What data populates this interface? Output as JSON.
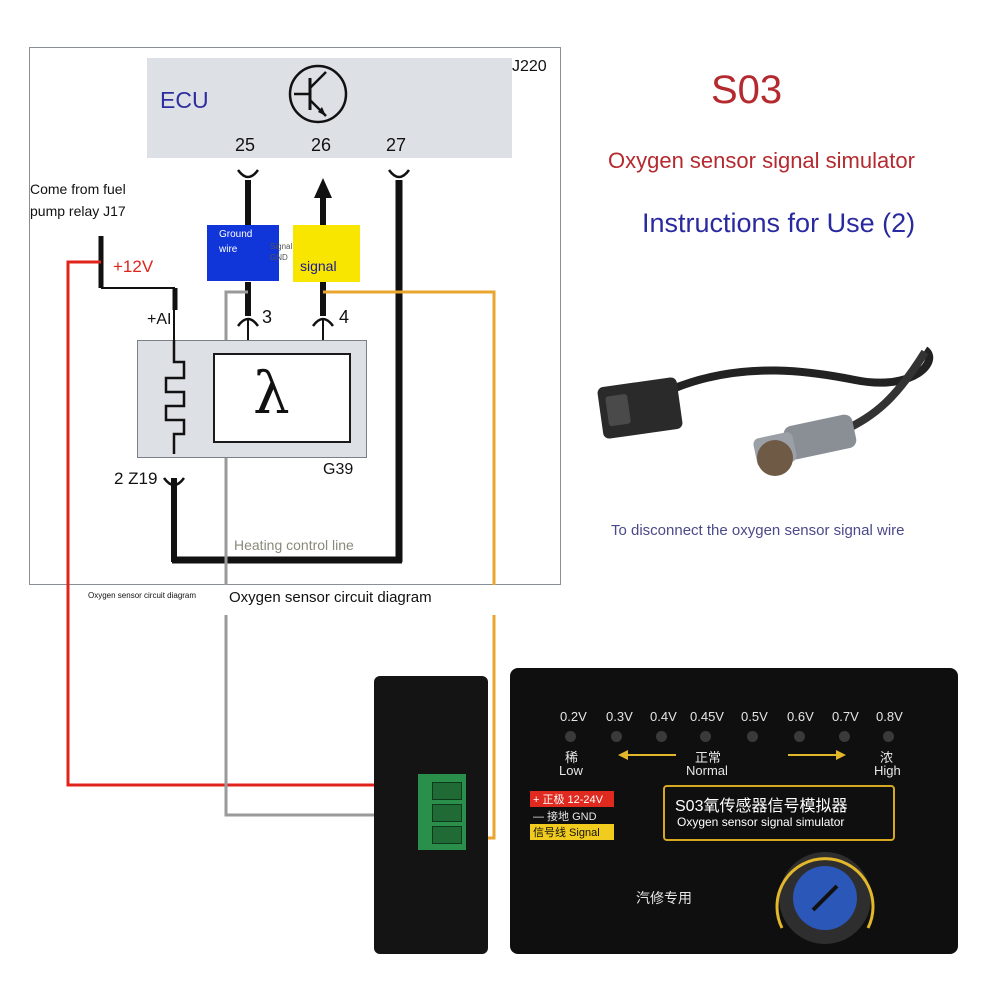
{
  "colors": {
    "title_red": "#b42a2f",
    "subtitle_blue": "#2a2aa0",
    "ecu_blue": "#2e2e9e",
    "wire_red": "#e0231b",
    "wire_gray": "#9a9a9a",
    "wire_orange": "#e9a52e",
    "ground_tag": "#1035d8",
    "signal_tag": "#f8e600"
  },
  "product": {
    "code": "S03",
    "name": "Oxygen sensor signal simulator",
    "instructions": "Instructions for Use (2)",
    "photo_caption": "To disconnect the oxygen sensor signal wire"
  },
  "diagram": {
    "ecu_label": "ECU",
    "ecu_id": "J220",
    "pins": [
      "25",
      "26",
      "27"
    ],
    "relay_note_line1": "Come from fuel",
    "relay_note_line2": "pump relay J17",
    "voltage": "+12V",
    "ground_tag": "Ground wire",
    "signal_small": "Signal GND",
    "signal_tag": "signal",
    "ai_label": "+AI",
    "pin3": "3",
    "pin4": "4",
    "lambda": "λ",
    "z19_label": "2 Z19",
    "g39_label": "G39",
    "heating_label": "Heating control line",
    "caption_small": "Oxygen sensor circuit diagram",
    "caption": "Oxygen sensor circuit diagram"
  },
  "device": {
    "scale": [
      "0.2V",
      "0.3V",
      "0.4V",
      "0.45V",
      "0.5V",
      "0.6V",
      "0.7V",
      "0.8V"
    ],
    "low_cn": "稀",
    "low": "Low",
    "normal_cn": "正常",
    "normal": "Normal",
    "high_cn": "浓",
    "high": "High",
    "legend_plus": "+ 正极 12-24V",
    "legend_gnd": "— 接地 GND",
    "legend_signal": "信号线 Signal",
    "plate_cn": "S03氧传感器信号模拟器",
    "plate_en": "Oxygen sensor signal simulator",
    "repair_cn": "汽修专用"
  }
}
